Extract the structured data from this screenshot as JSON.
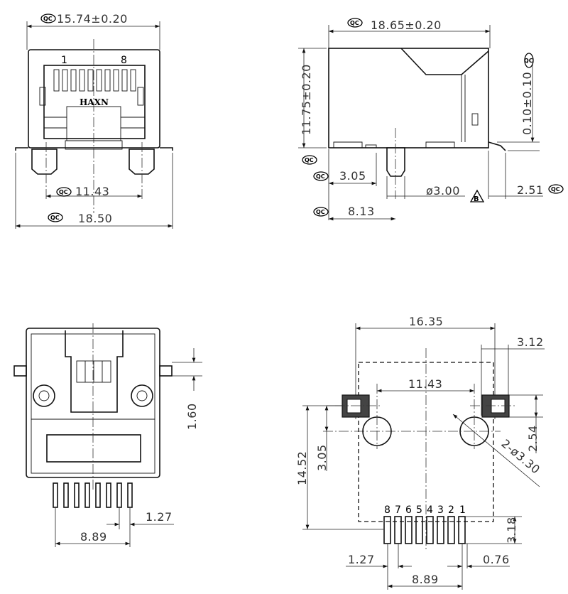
{
  "front_view": {
    "width_dim": "15.74±0.20",
    "peg_spacing_dim": "11.43",
    "overall_width_dim": "18.50",
    "pin1_label": "1",
    "pin8_label": "8",
    "brand_marking": "HAXN"
  },
  "side_view": {
    "length_dim": "18.65±0.20",
    "height_dim": "11.75±0.20",
    "offset_dim": "0.10±0.10",
    "peg_offset_dim": "3.05",
    "peg_diameter_dim": "ø3.00",
    "peg_position_dim": "8.13",
    "tail_dim": "2.51",
    "datum_label": "B"
  },
  "bottom_view": {
    "vertical_dim": "1.60",
    "pin_pitch_dim": "1.27",
    "pin_span_dim": "8.89"
  },
  "footprint": {
    "overall_width_dim": "16.35",
    "pad_offset_dim": "3.12",
    "hole_spacing_dim": "11.43",
    "pad_vertical_dim": "2.54",
    "hole_offset_dim": "3.05",
    "overall_depth_dim": "14.52",
    "hole_diameter_dim": "2-ø3.30",
    "pin_length_dim": "3.18",
    "pin_pitch_dim": "1.27",
    "pin_width_dim": "0.76",
    "pin_span_dim": "8.89",
    "pin_numbers": [
      "8",
      "7",
      "6",
      "5",
      "4",
      "3",
      "2",
      "1"
    ]
  },
  "qc_symbol": "QC"
}
